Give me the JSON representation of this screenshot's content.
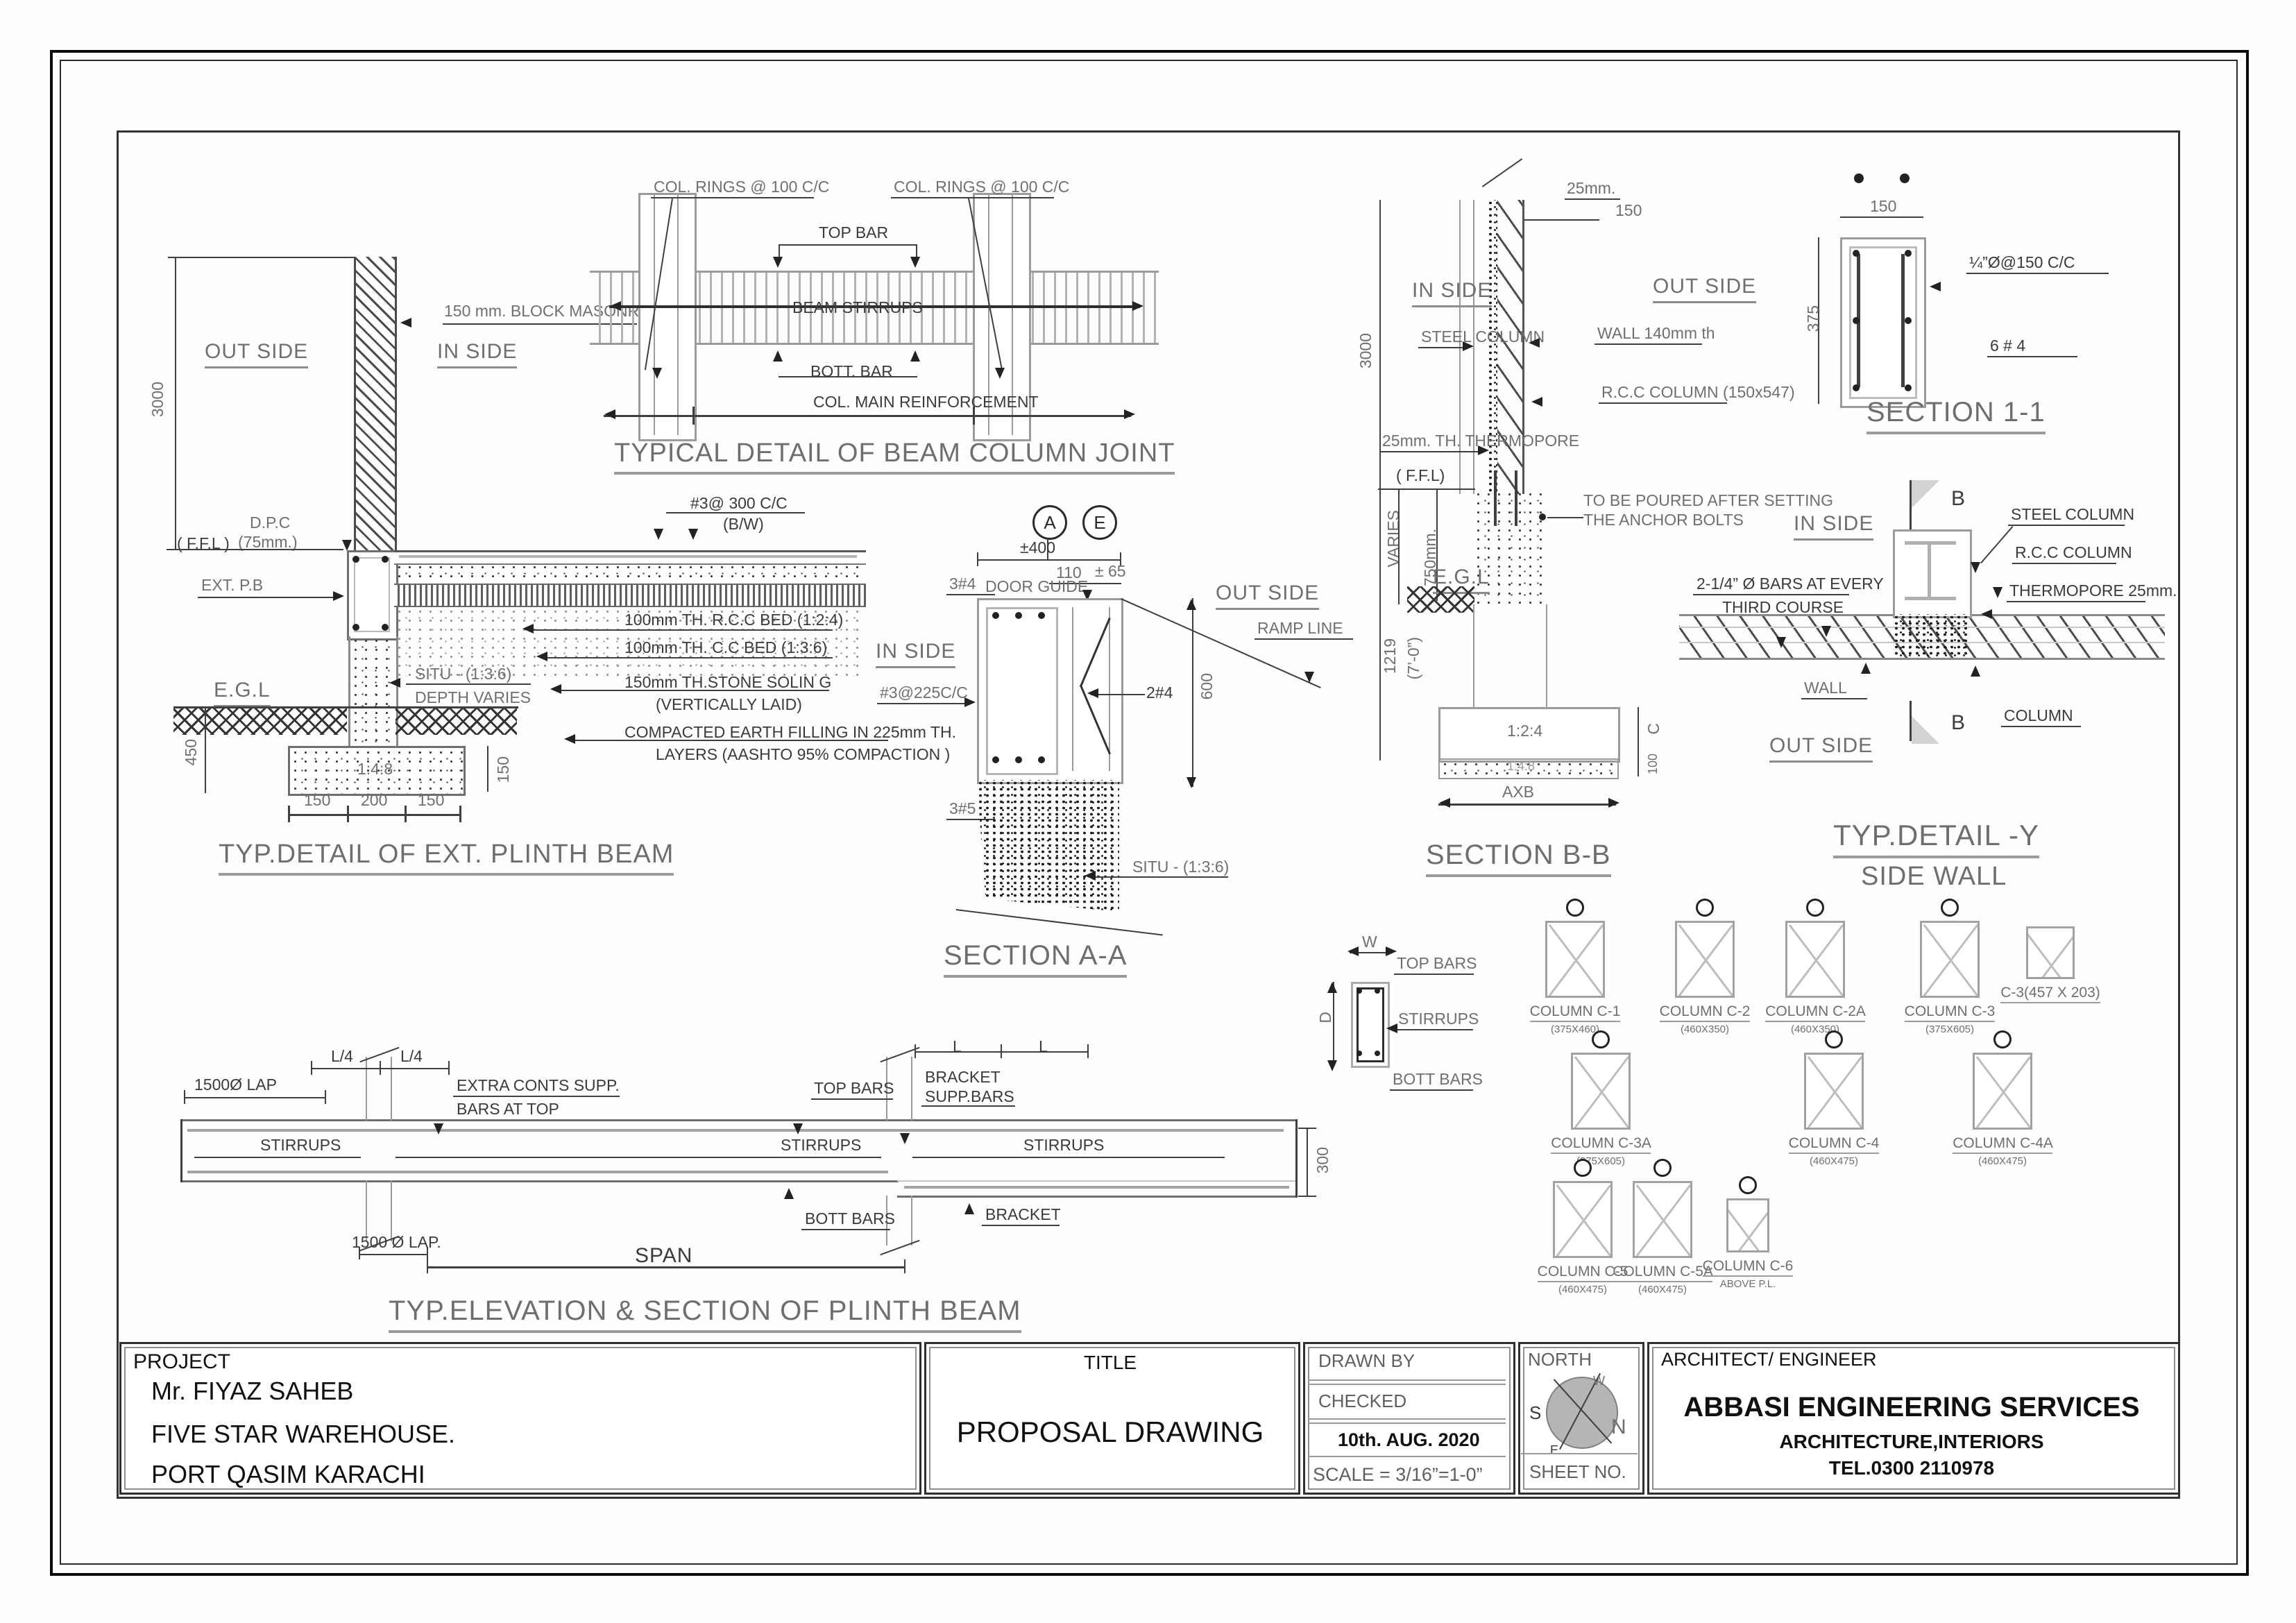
{
  "sheet": {
    "titleblock": {
      "project_label": "PROJECT",
      "project_lines": [
        "Mr. FIYAZ SAHEB",
        "FIVE STAR WAREHOUSE.",
        "PORT QASIM KARACHI"
      ],
      "title_label": "TITLE",
      "title_value": "PROPOSAL DRAWING",
      "drawn_by": "DRAWN  BY",
      "checked": "CHECKED",
      "date": "10th.  AUG.   2020",
      "scale": "SCALE  =  3/16”=1-0”",
      "north_label": "NORTH",
      "sheet_no": "SHEET  NO.",
      "architect_label": "ARCHITECT/  ENGINEER",
      "firm": "ABBASI ENGINEERING SERVICES",
      "firm_sub": "ARCHITECTURE,INTERIORS",
      "firm_tel": "TEL.0300  2110978",
      "compass": {
        "n": "N",
        "s": "S",
        "e": "E",
        "w": "W"
      }
    },
    "plinth_detail": {
      "title": "TYP.DETAIL OF EXT. PLINTH BEAM",
      "out_side": "OUT SIDE",
      "in_side": "IN SIDE",
      "block_masonry": "150 mm. BLOCK MASONRY",
      "dpc_1": "D.P.C",
      "dpc_2": "(75mm.)",
      "ffl": "( F.F.L )",
      "ext_pb": "EXT. P.B",
      "bars_1": "#3@ 300 C/C",
      "bars_2": "(B/W)",
      "layer_1": "100mm TH. R.C.C BED (1:2:4)",
      "layer_2": "100mm TH. C.C BED (1:3:6)",
      "layer_3a": "150mm TH.STONE SOLIN G",
      "layer_3b": "(VERTICALLY LAID)",
      "layer_4a": "COMPACTED EARTH FILLING IN 225mm TH.",
      "layer_4b": "LAYERS (AASHTO 95% COMPACTION )",
      "situ": "SITU - (1:3:6)",
      "depth_varies": "DEPTH VARIES",
      "egl": "E.G.L",
      "mix": "1:4:8",
      "dim_wall_h": "3000",
      "dim_450": "450",
      "dim_150r": "150",
      "dim_f1": "150",
      "dim_f2": "200",
      "dim_f3": "150"
    },
    "joint_detail": {
      "title": "TYPICAL DETAIL OF BEAM COLUMN JOINT",
      "col_rings_l": "COL. RINGS @ 100 C/C",
      "col_rings_r": "COL. RINGS @ 100 C/C",
      "top_bar": "TOP BAR",
      "beam_stirrups": "BEAM STIRRUPS",
      "bott_bar": "BOTT. BAR",
      "col_main": "COL. MAIN  REINFORCEMENT"
    },
    "section_aa": {
      "title": "SECTION A-A",
      "ref_a": "A",
      "ref_e": "E",
      "dim_400": "±400",
      "dim_110": "110",
      "dim_65": "± 65",
      "door_guide": "DOOR GUIDE",
      "bars_top": "3#4",
      "in_side": "IN SIDE",
      "out_side": "OUT SIDE",
      "ramp_line": "RAMP LINE",
      "stirrups": "#3@225C/C",
      "bars_mid": "2#4",
      "dim_600": "600",
      "bars_bot": "3#5",
      "situ": "SITU - (1:3:6)"
    },
    "section_bb": {
      "title": "SECTION  B-B",
      "dim_25": "25mm.",
      "dim_150": "150",
      "dim_3000": "3000",
      "in_side": "IN SIDE",
      "out_side": "OUT SIDE",
      "steel_column": "STEEL COLUMN",
      "wall": "WALL 140mm th",
      "rcc_column": "R.C.C COLUMN   (150x547)",
      "thermopore": "25mm. TH. THERMOPORE",
      "ffl": "( F.F.L)",
      "varies": "VARIES",
      "dim_750": "750mm.",
      "pour_1": "TO BE POURED AFTER SETTING",
      "pour_2": "THE ANCHOR BOLTS",
      "egl": "E.G.L",
      "dim_1219": "1219",
      "dim_7ft": "(7’-0”)",
      "mix_124": "1:2:4",
      "mix_148": "1:4:8",
      "dim_c": "C",
      "dim_100": "100",
      "dim_axb": "AXB"
    },
    "section_11": {
      "title": "SECTION  1-1",
      "dim_150": "150",
      "dim_375": "375",
      "ties": "¼”Ø@150 C/C",
      "bars": "6 # 4"
    },
    "detail_y": {
      "title_1": "TYP.DETAIL -Y",
      "title_2": "SIDE WALL",
      "ref_b_top": "B",
      "ref_b_bot": "B",
      "in_side": "IN SIDE",
      "out_side": "OUT SIDE",
      "steel_column": "STEEL  COLUMN",
      "rcc_column": "R.C.C  COLUMN",
      "thermopore": "THERMOPORE 25mm.",
      "column": "COLUMN",
      "wall": "WALL",
      "bars_1": "2-1/4” Ø BARS AT EVERY",
      "bars_2": "THIRD COURSE"
    },
    "stirrup_key": {
      "dim_w": "W",
      "dim_d": "D",
      "top_bars": "TOP BARS",
      "stirrups": "STIRRUPS",
      "bott_bars": "BOTT  BARS"
    },
    "columns": [
      {
        "name": "COLUMN C-1",
        "size": "(375X460)"
      },
      {
        "name": "COLUMN C-2",
        "size": "(460X350)"
      },
      {
        "name": "COLUMN C-2A",
        "size": "(460X350)"
      },
      {
        "name": "COLUMN C-3",
        "size": "(375X605)"
      },
      {
        "name": "C-3(457 X 203)",
        "size": ""
      },
      {
        "name": "COLUMN C-3A",
        "size": "(375X605)"
      },
      {
        "name": "COLUMN C-4",
        "size": "(460X475)"
      },
      {
        "name": "COLUMN C-4A",
        "size": "(460X475)"
      },
      {
        "name": "COLUMN C-5",
        "size": "(460X475)"
      },
      {
        "name": "COLUMN C-5A",
        "size": "(460X475)"
      },
      {
        "name": "COLUMN C-6",
        "size": "ABOVE P.L."
      }
    ],
    "elevation": {
      "title": "TYP.ELEVATION & SECTION OF PLINTH BEAM",
      "lap_top": "1500Ø LAP",
      "l4_a": "L/4",
      "l4_b": "L/4",
      "extra_1": "EXTRA CONTS SUPP.",
      "extra_2": "BARS AT TOP",
      "top_bars": "TOP BARS",
      "bracket_supp_1": "BRACKET",
      "bracket_supp_2": "SUPP.BARS",
      "l_a": "L",
      "l_b": "L",
      "stirrups_1": "STIRRUPS",
      "stirrups_2": "STIRRUPS",
      "stirrups_3": "STIRRUPS",
      "bott_bars": "BOTT  BARS",
      "bracket": "BRACKET",
      "dim_300": "300",
      "lap_bot": "1500 Ø LAP.",
      "span": "SPAN"
    }
  }
}
